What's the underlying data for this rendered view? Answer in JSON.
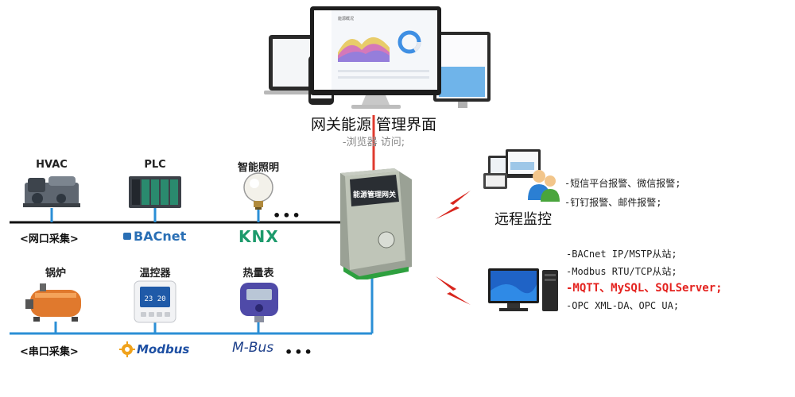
{
  "web": {
    "title": "网关能源 管理界面",
    "subtitle": "-浏览器 访问;"
  },
  "network": {
    "devices": [
      "HVAC",
      "PLC",
      "智能照明"
    ],
    "collect_label": "<网口采集>",
    "protocols": [
      "BACnet",
      "KNX"
    ],
    "more": "•••"
  },
  "serial": {
    "devices": [
      "锅炉",
      "温控器",
      "热量表"
    ],
    "collect_label": "<串口采集>",
    "protocols": [
      "Modbus",
      "M-Bus"
    ],
    "more": "•••"
  },
  "gateway": {
    "label": "能源管理网关"
  },
  "remote": {
    "title": "远程监控",
    "lines": [
      "-短信平台报警、微信报警;",
      "-钉钉报警、邮件报警;"
    ]
  },
  "server": {
    "lines": [
      "-BACnet IP/MSTP从站;",
      "-Modbus RTU/TCP从站;"
    ],
    "highlight": "-MQTT、MySQL、SQLServer;",
    "last": "-OPC XML-DA、OPC UA;"
  },
  "screen": {
    "mini_title": "能源概况",
    "donut_value": "85%"
  },
  "colors": {
    "bus_network": "#111111",
    "bus_serial": "#2b8fd6",
    "uplink": "#e03b2f",
    "highlight": "#e4231f"
  }
}
